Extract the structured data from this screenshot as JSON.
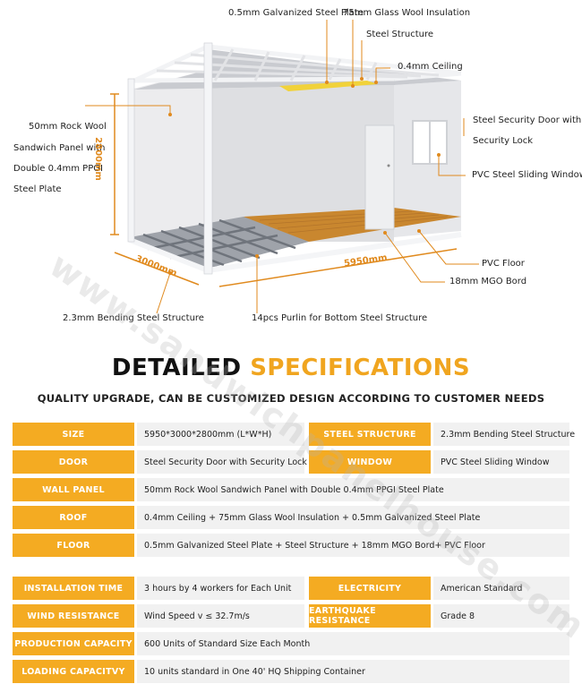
{
  "callouts": {
    "galvanized_plate": "0.5mm Galvanized Steel Plate",
    "glass_wool": "75mm Glass Wool Insulation",
    "steel_structure": "Steel Structure",
    "ceiling": "0.4mm Ceiling",
    "rock_wool_1": "50mm Rock Wool",
    "rock_wool_2": "Sandwich Panel with",
    "rock_wool_3": "Double 0.4mm PPGI",
    "rock_wool_4": "Steel Plate",
    "security_door_1": "Steel Security Door with",
    "security_door_2": "Security Lock",
    "pvc_window": "PVC Steel Sliding Window",
    "pvc_floor": "PVC Floor",
    "mgo_board": "18mm MGO Bord",
    "bending_structure": "2.3mm Bending Steel Structure",
    "purlin": "14pcs Purlin for Bottom Steel Structure"
  },
  "dimensions": {
    "height": "2800mm",
    "width": "3000mm",
    "length": "5950mm"
  },
  "heading": {
    "part1": "DETAILED ",
    "part2": "SPECIFICATIONS",
    "subtitle": "QUALITY UPGRADE, CAN BE CUSTOMIZED DESIGN ACCORDING TO CUSTOMER NEEDS"
  },
  "watermark": "www.sandwichpanelhouse.com",
  "specs": {
    "size_label": "SIZE",
    "size_value": "5950*3000*2800mm (L*W*H)",
    "steel_label": "STEEL STRUCTURE",
    "steel_value": "2.3mm Bending Steel Structure",
    "door_label": "DOOR",
    "door_value": "Steel Security Door with Security Lock",
    "window_label": "WINDOW",
    "window_value": "PVC Steel Sliding Window",
    "wall_label": "WALL PANEL",
    "wall_value": "50mm Rock Wool Sandwich Panel with Double 0.4mm PPGI Steel Plate",
    "roof_label": "ROOF",
    "roof_value": "0.4mm Ceiling + 75mm Glass Wool Insulation + 0.5mm Galvanized Steel Plate",
    "floor_label": "FLOOR",
    "floor_value": "0.5mm Galvanized Steel Plate + Steel Structure + 18mm MGO Bord+ PVC Floor",
    "install_label": "INSTALLATION TIME",
    "install_value": "3 hours by 4 workers for Each Unit",
    "electricity_label": "ELECTRICITY",
    "electricity_value": "American Standard",
    "wind_label": "WIND RESISTANCE",
    "wind_value": "Wind Speed v ≤ 32.7m/s",
    "earthquake_label": "EARTHQUAKE RESISTANCE",
    "earthquake_value": "Grade 8",
    "production_label": "PRODUCTION CAPACITY",
    "production_value": "600 Units of Standard Size Each Month",
    "loading_label": "LOADING CAPACITVY",
    "loading_value": "10 units standard in One 40' HQ Shipping Container"
  },
  "colors": {
    "accent": "#f4ab22",
    "dimension": "#e08a1e",
    "cell_bg": "#f1f1f1"
  }
}
